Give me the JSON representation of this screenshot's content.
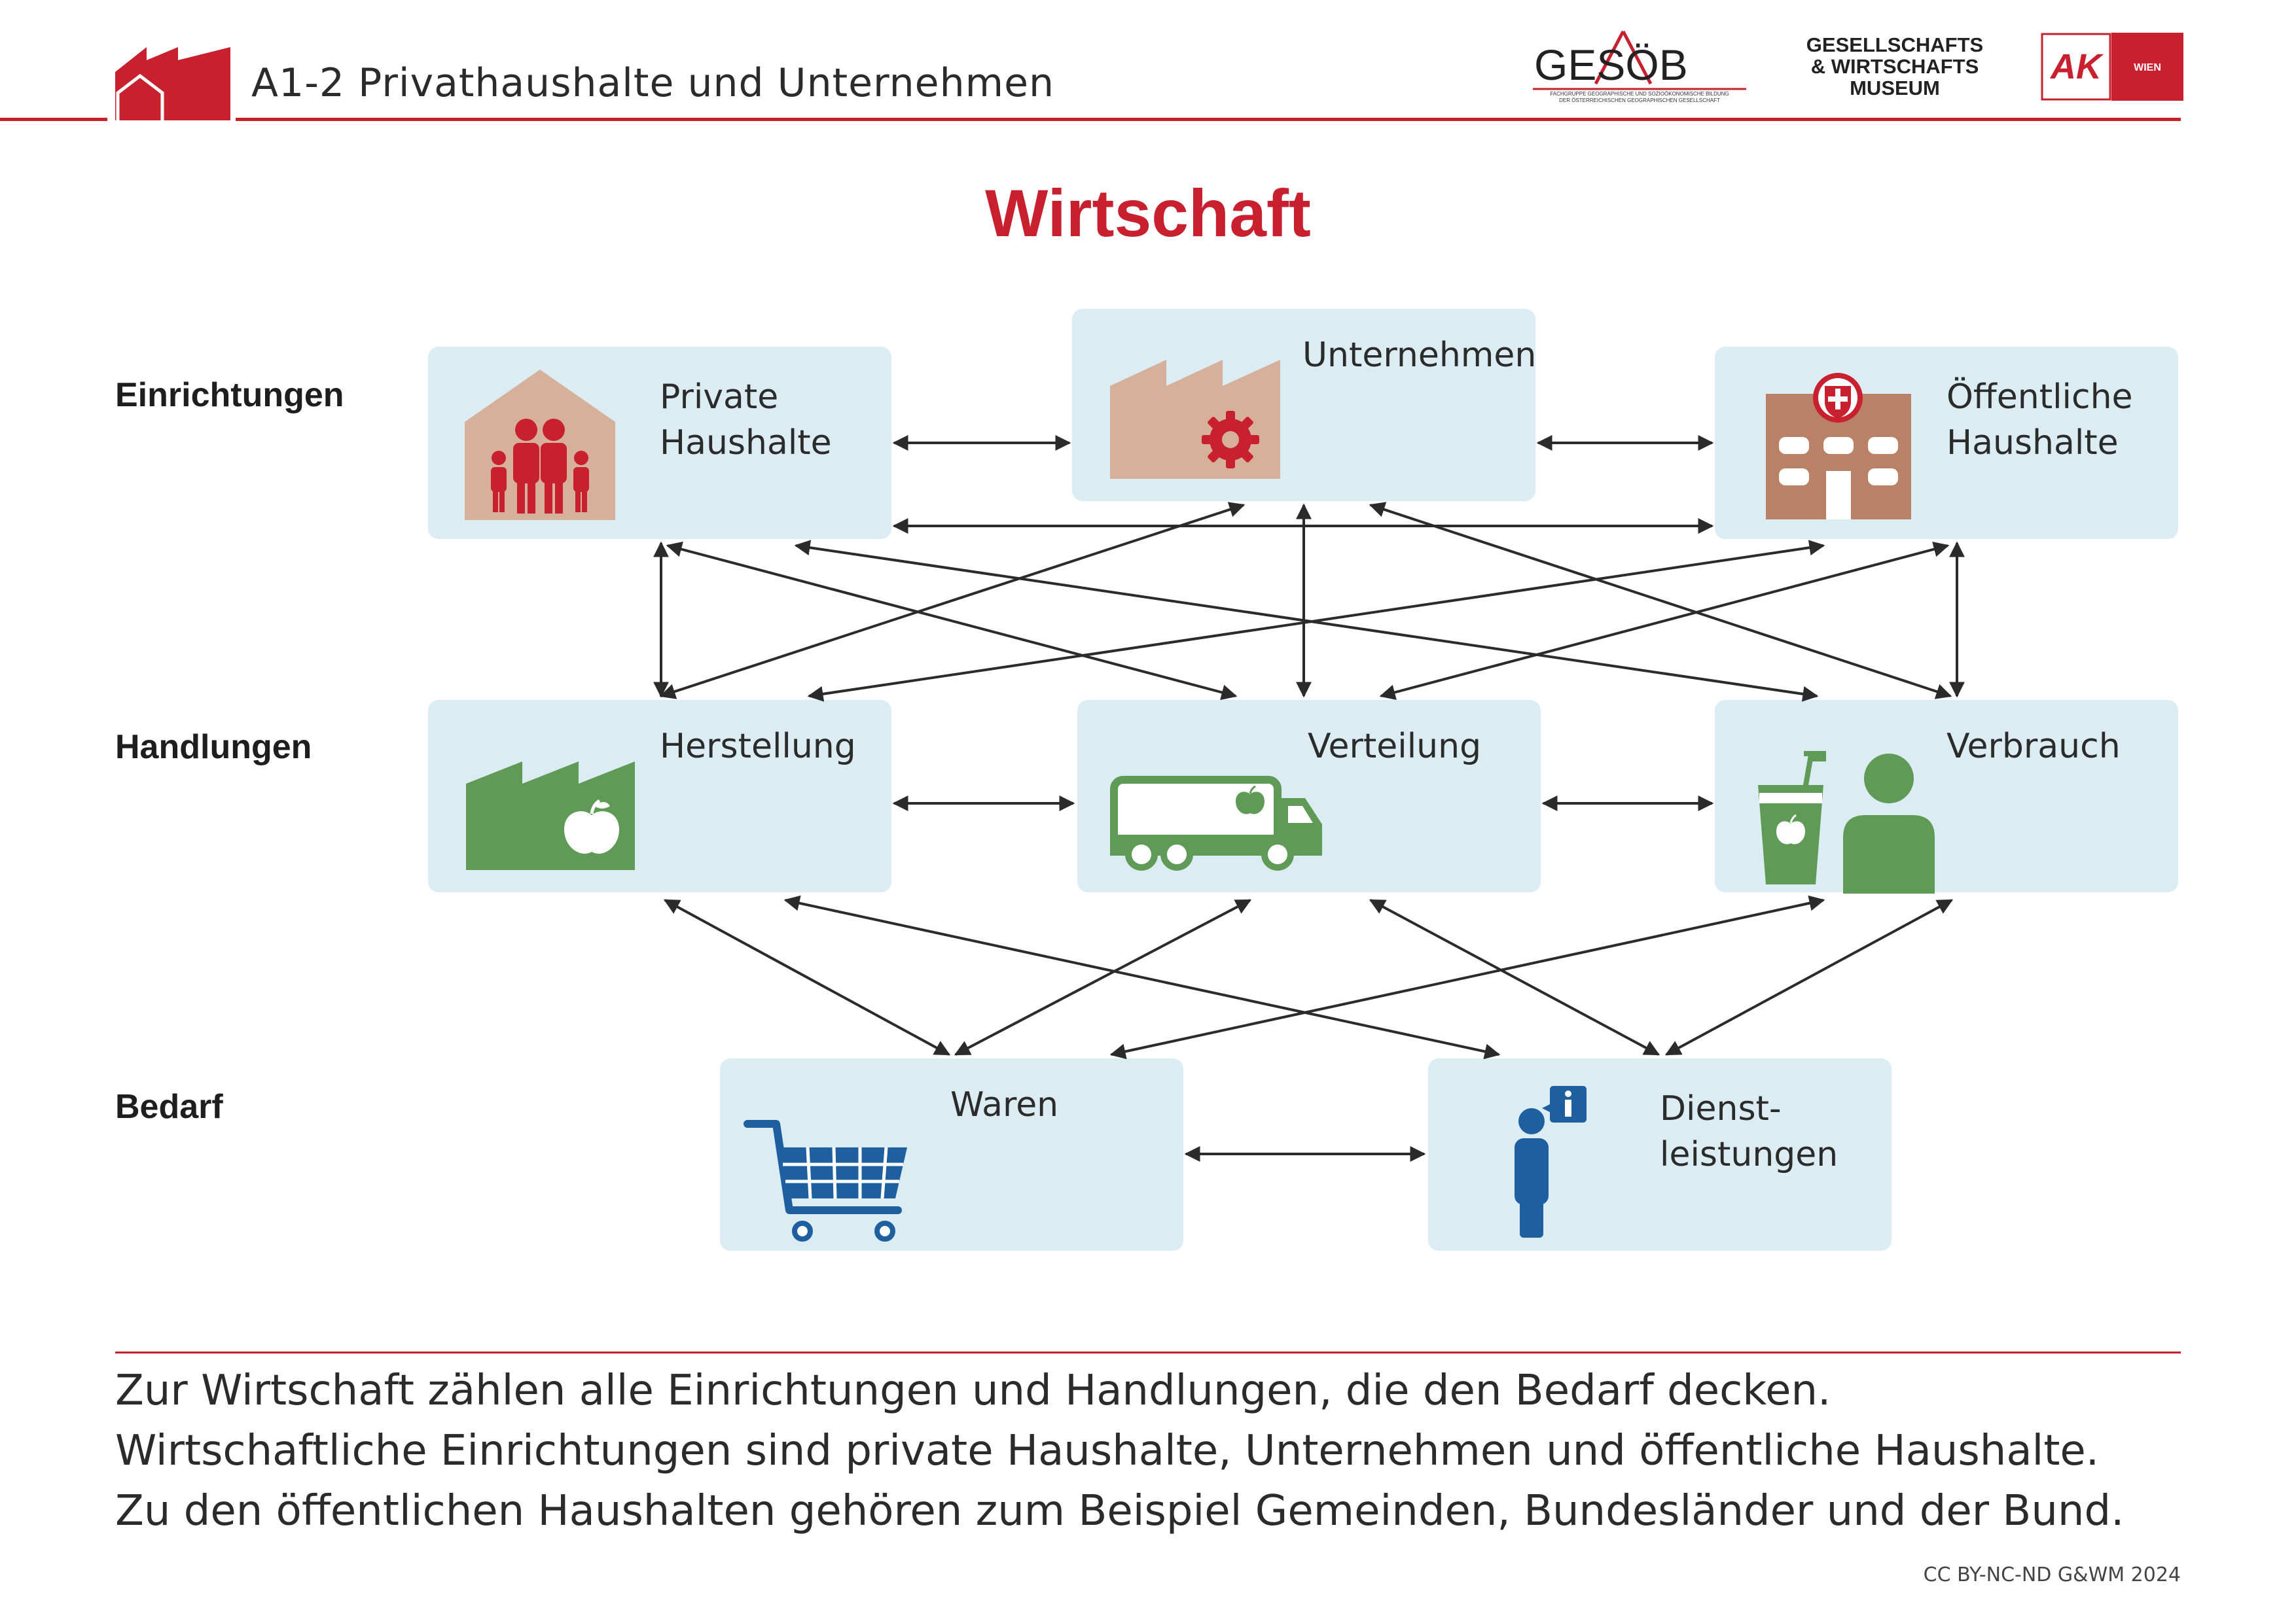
{
  "header": {
    "title": "A1-2 Privathaushalte und Unternehmen",
    "logo_gesoeb": {
      "text": "GESÖB",
      "subtitle_line1": "FACHGRUPPE GEOGRAPHISCHE UND SOZIOÖKONOMISCHE BILDUNG",
      "subtitle_line2": "DER ÖSTERREICHISCHEN GEOGRAPHISCHEN GESELLSCHAFT"
    },
    "logo_museum": [
      "GESELLSCHAFTS",
      "& WIRTSCHAFTS",
      "MUSEUM"
    ],
    "logo_ak": {
      "left": "AK",
      "right": "WIEN"
    }
  },
  "title": "Wirtschaft",
  "row_labels": {
    "einrichtungen": "Einrichtungen",
    "handlungen": "Handlungen",
    "bedarf": "Bedarf"
  },
  "boxes": {
    "private_haushalte": {
      "line1": "Private",
      "line2": "Haushalte",
      "icon": "house-family-icon"
    },
    "unternehmen": {
      "line1": "Unternehmen",
      "icon": "factory-gear-icon"
    },
    "oeffentliche_haushalte": {
      "line1": "Öffentliche",
      "line2": "Haushalte",
      "icon": "public-building-icon"
    },
    "herstellung": {
      "line1": "Herstellung",
      "icon": "factory-apple-icon"
    },
    "verteilung": {
      "line1": "Verteilung",
      "icon": "delivery-truck-icon"
    },
    "verbrauch": {
      "line1": "Verbrauch",
      "icon": "consumer-drink-icon"
    },
    "waren": {
      "line1": "Waren",
      "icon": "shopping-cart-icon"
    },
    "dienstleistungen": {
      "line1": "Dienst-",
      "line2": "leistungen",
      "icon": "person-info-icon"
    }
  },
  "caption": [
    "Zur Wirtschaft zählen alle Einrichtungen und Handlungen, die den Bedarf decken.",
    "Wirtschaftliche Einrichtungen sind private Haushalte, Unternehmen und öffentliche Haushalte.",
    "Zu den öffentlichen Haushalten gehören zum Beispiel Gemeinden, Bundesländer und der Bund."
  ],
  "credit": "CC BY-NC-ND G&WM 2024",
  "colors": {
    "accent_red": "#c8202f",
    "box_bg": "#dcecf3",
    "house_tan": "#d6b09a",
    "building_brown": "#b98266",
    "green": "#5f9b57",
    "blue": "#1e5fa0",
    "arrow": "#2b2b2b"
  }
}
